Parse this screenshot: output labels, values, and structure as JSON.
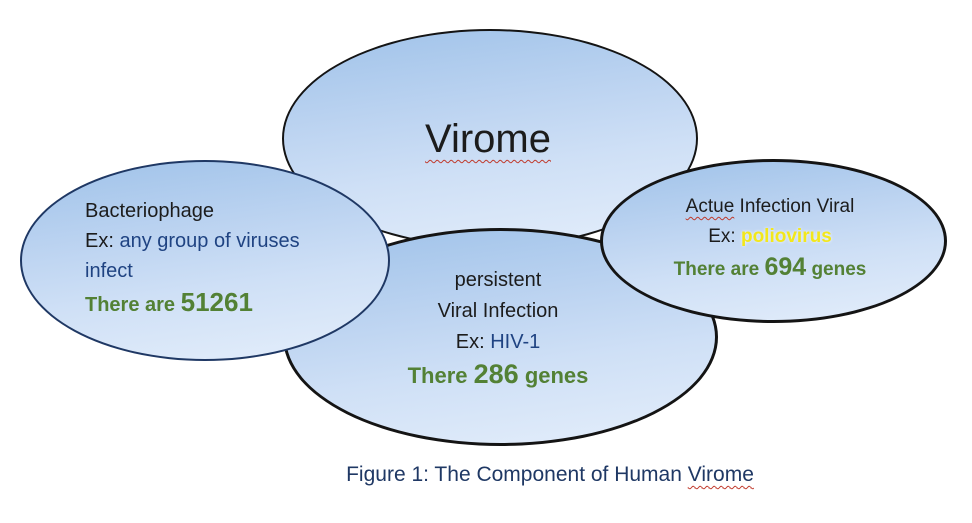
{
  "colors": {
    "background": "#ffffff",
    "bubble_fill_top": "#9fc2e9",
    "bubble_fill_bottom": "#e4eefb",
    "bubble_border_black": "#141414",
    "bubble_border_navy": "#1f3864",
    "body_text": "#1c1c1c",
    "example_blue": "#1f4382",
    "count_green": "#538135",
    "poliovirus_yellow": "#f2e71c",
    "caption_navy": "#1f3864",
    "spellcheck_red": "#c0392b"
  },
  "diagram": {
    "virome": {
      "title": "Virome"
    },
    "bacteriophage": {
      "title": "Bacteriophage",
      "ex_label": "Ex:",
      "ex_line1": "any group of viruses",
      "ex_line2": "infect",
      "count_prefix": "There are",
      "count_value": "51261"
    },
    "persistent": {
      "line1": "persistent",
      "line2": "Viral Infection",
      "ex_label": "Ex:",
      "ex_value": "HIV-1",
      "count_prefix": "There",
      "count_value": "286",
      "count_suffix": "genes"
    },
    "acute": {
      "title_misspelled": "Actue",
      "title_rest": "Infection Viral",
      "ex_label": "Ex:",
      "ex_value": "poliovirus",
      "count_prefix": "There are",
      "count_value": "694",
      "count_suffix": "genes"
    }
  },
  "caption": {
    "text": "Figure 1: The Component of Human",
    "underlined_word": "Virome"
  }
}
